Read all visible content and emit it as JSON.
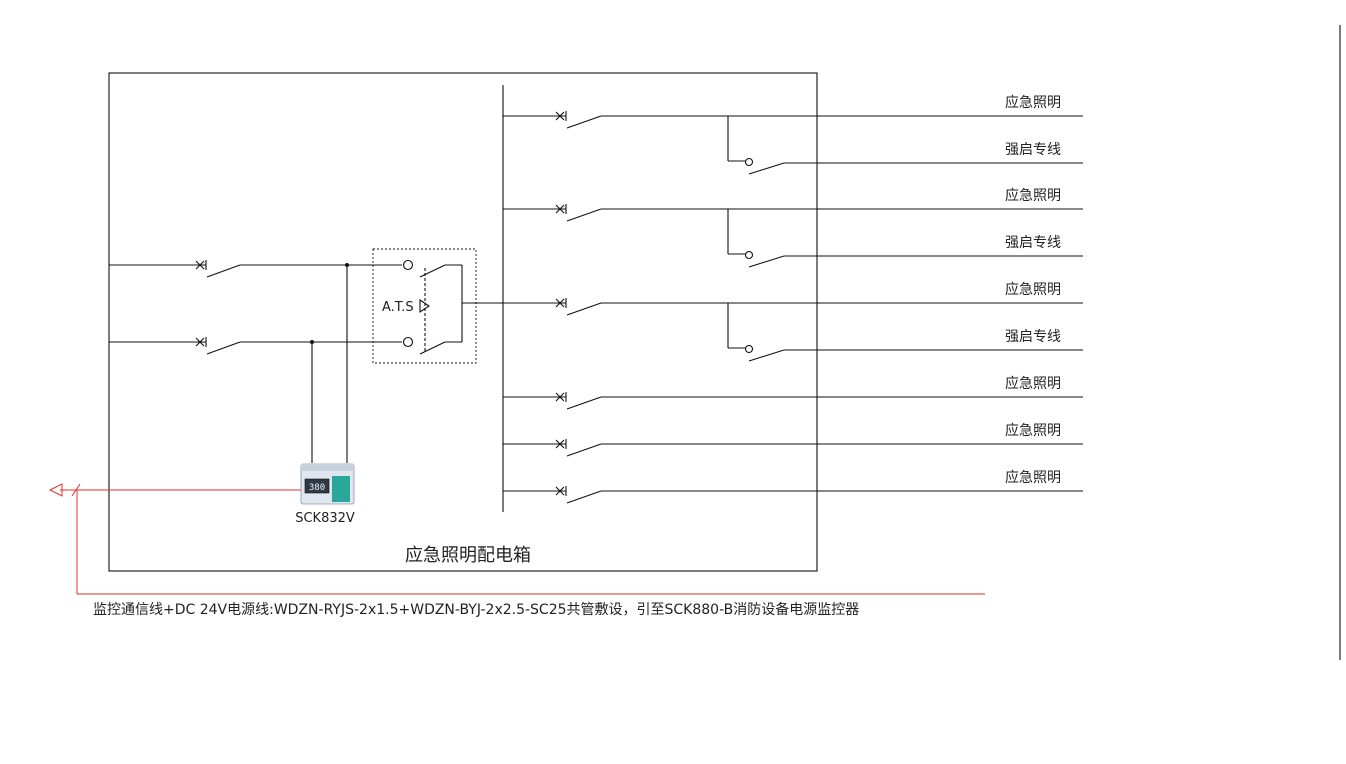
{
  "diagram": {
    "box_title": "应急照明配电箱",
    "ats_label": "A.T.S",
    "monitor": {
      "model": "SCK832V",
      "display_value": "380"
    },
    "circuits": [
      {
        "label": "应急照明"
      },
      {
        "label": "强启专线"
      },
      {
        "label": "应急照明"
      },
      {
        "label": "强启专线"
      },
      {
        "label": "应急照明"
      },
      {
        "label": "强启专线"
      },
      {
        "label": "应急照明"
      },
      {
        "label": "应急照明"
      },
      {
        "label": "应急照明"
      }
    ],
    "cable_note": "监控通信线+DC 24V电源线:WDZN-RYJS-2x1.5+WDZN-BYJ-2x2.5-SC25共管敷设，引至SCK880-B消防设备电源监控器"
  },
  "colors": {
    "line": "#111111",
    "signal": "#e03030",
    "device_body": "#dfe6ee",
    "device_accent": "#2aa79b"
  }
}
